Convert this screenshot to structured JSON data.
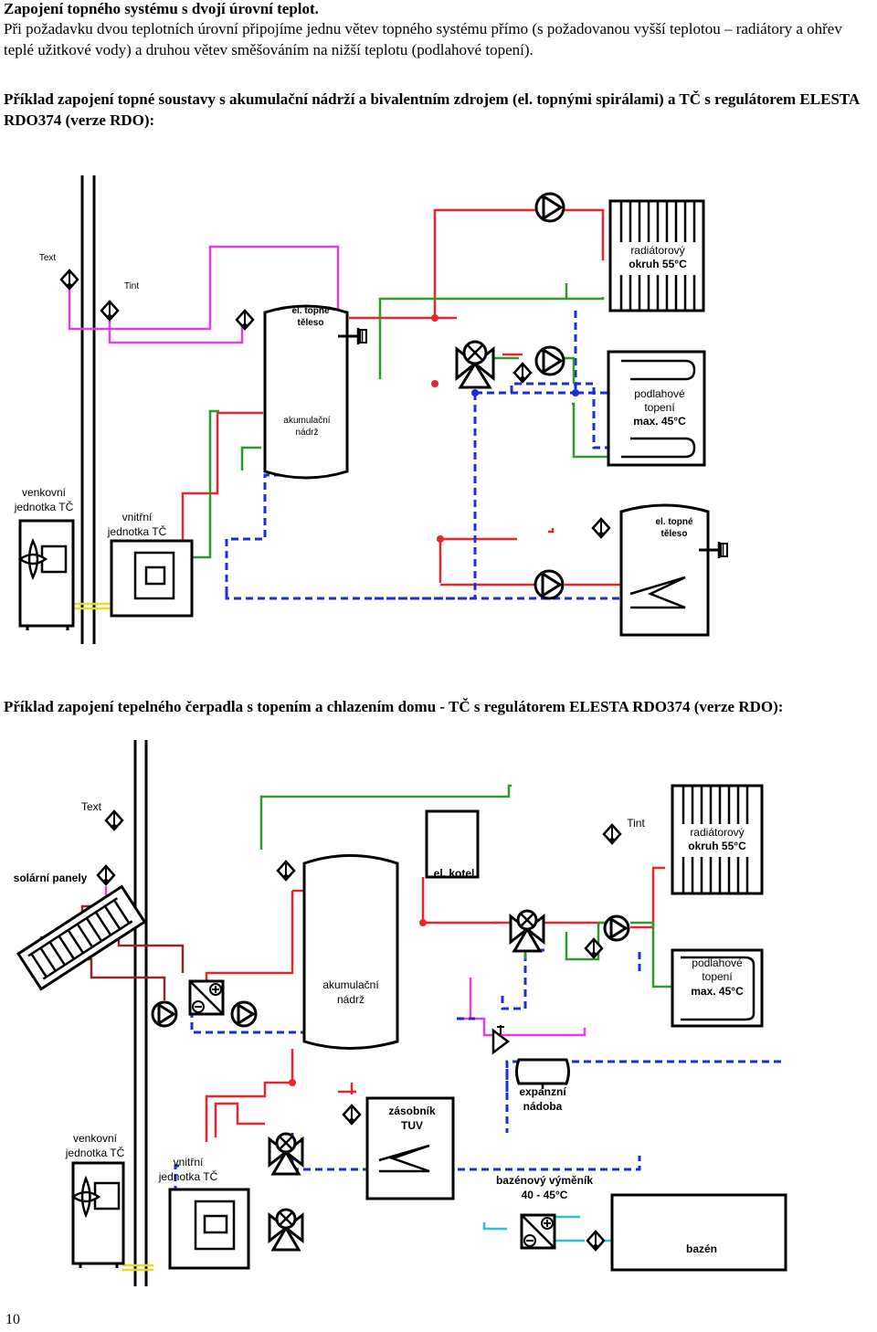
{
  "heading": "Zapojení topného systému s dvojí úrovní teplot.",
  "intro": "Při požadavku dvou teplotních úrovní připojíme jednu větev topného systému přímo (s požadovanou vyšší teplotou – radiátory a ohřev teplé užitkové vody) a druhou větev směšováním na nižší teplotu (podlahové topení).",
  "caption1": "Příklad zapojení topné soustavy s akumulační nádrží a bivalentním zdrojem (el. topnými spirálami) a TČ s regulátorem ELESTA RDO374 (verze RDO):",
  "caption2": "Příklad zapojení tepelného čerpadla s topením a chlazením domu - TČ s regulátorem ELESTA RDO374 (verze RDO):",
  "page_number": "10",
  "diagram1": {
    "text_ext": "Text",
    "text_int": "Tint",
    "el_heater_1": [
      "el. topné",
      "těleso"
    ],
    "tank": [
      "akumulační",
      "nádrž"
    ],
    "radiator": [
      "radiátorový",
      "okruh 55°C"
    ],
    "floor": [
      "podlahové",
      "topení",
      "max. 45°C"
    ],
    "outdoor_unit": [
      "venkovní",
      "jednotka TČ"
    ],
    "indoor_unit": [
      "vnitřní",
      "jednotka TČ"
    ],
    "el_heater_2": [
      "el. topné",
      "těleso"
    ]
  },
  "diagram2": {
    "text_ext": "Text",
    "solar": "solární panely",
    "tank": [
      "akumulační",
      "nádrž"
    ],
    "el_boiler": "el. kotel",
    "text_int": "Tint",
    "radiator": [
      "radiátorový",
      "okruh 55°C"
    ],
    "floor": [
      "podlahové",
      "topení",
      "max. 45°C"
    ],
    "outdoor_unit": [
      "venkovní",
      "jednotka TČ"
    ],
    "indoor_unit": [
      "vnitřní",
      "jednotka TČ"
    ],
    "dhw_tank": [
      "zásobník",
      "TUV"
    ],
    "expansion": [
      "expanzní",
      "nádoba"
    ],
    "pool_hx": [
      "bazénový výměník",
      "40 - 45°C"
    ],
    "pool": "bazén"
  },
  "colors": {
    "hot": "#e8262b",
    "return": "#1a2fd6",
    "mixed": "#2e9a2e",
    "sensor": "#e040e0",
    "solar": "#8a2a2a",
    "cool": "#2ec0d0",
    "power": "#e8d82a"
  }
}
